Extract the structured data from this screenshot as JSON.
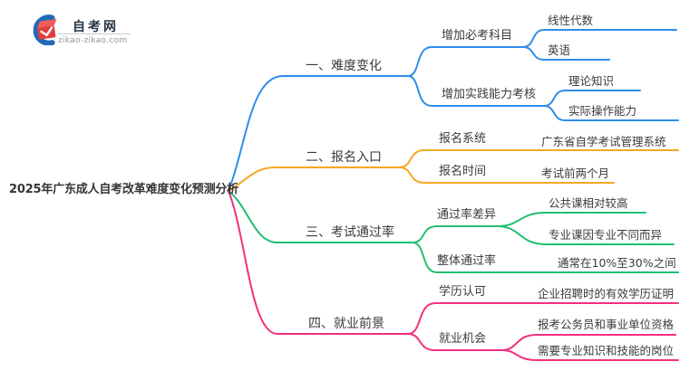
{
  "logo": {
    "title": "自考网",
    "domain": "zikao-zikao.com",
    "colors": {
      "crescent": "#1e6cb5",
      "cap_top": "#ef5d5d",
      "cap_front": "#e03f3e"
    }
  },
  "mindmap": {
    "root": "2025年广东成人自考改革难度变化预测分析",
    "branches": [
      {
        "label": "一、难度变化",
        "color": "#2e8deb",
        "children": [
          {
            "label": "增加必考科目",
            "children": [
              {
                "label": "线性代数"
              },
              {
                "label": "英语"
              }
            ]
          },
          {
            "label": "增加实践能力考核",
            "children": [
              {
                "label": "理论知识"
              },
              {
                "label": "实际操作能力"
              }
            ]
          }
        ]
      },
      {
        "label": "二、报名入口",
        "color": "#f6a723",
        "children": [
          {
            "label": "报名系统",
            "children": [
              {
                "label": "广东省自学考试管理系统"
              }
            ]
          },
          {
            "label": "报名时间",
            "children": [
              {
                "label": "考试前两个月"
              }
            ]
          }
        ]
      },
      {
        "label": "三、考试通过率",
        "color": "#21bf6e",
        "children": [
          {
            "label": "通过率差异",
            "children": [
              {
                "label": "公共课相对较高"
              },
              {
                "label": "专业课因专业不同而异"
              }
            ]
          },
          {
            "label": "整体通过率",
            "children": [
              {
                "label": "通常在10%至30%之间"
              }
            ]
          }
        ]
      },
      {
        "label": "四、就业前景",
        "color": "#f2307e",
        "children": [
          {
            "label": "学历认可",
            "children": [
              {
                "label": "企业招聘时的有效学历证明"
              }
            ]
          },
          {
            "label": "就业机会",
            "children": [
              {
                "label": "报考公务员和事业单位资格"
              },
              {
                "label": "需要专业知识和技能的岗位"
              }
            ]
          }
        ]
      }
    ]
  }
}
